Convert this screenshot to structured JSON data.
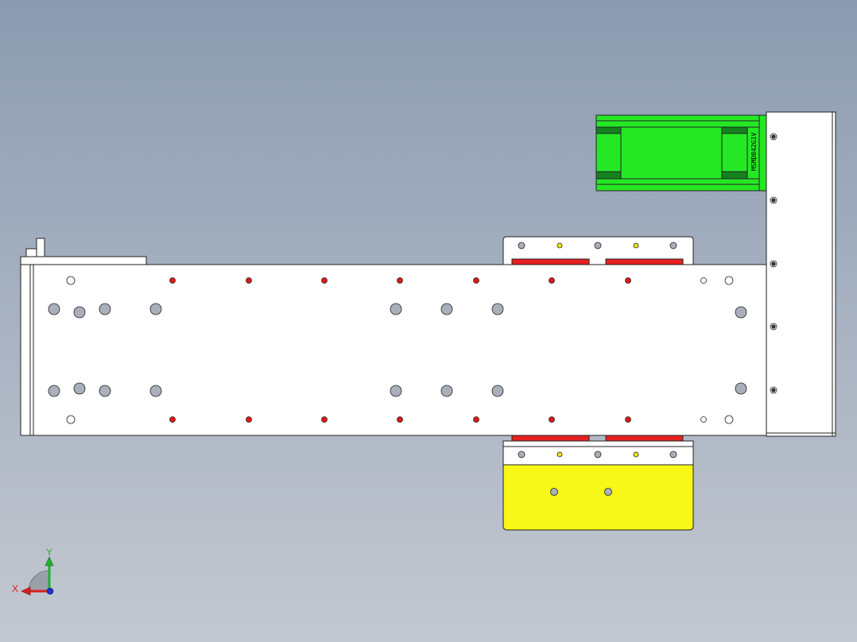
{
  "viewport": {
    "background_top": "#8c9bb0",
    "background_bottom": "#c3c8d0"
  },
  "colors": {
    "body_fill": "#ffffff",
    "outline": "#222222",
    "hole_gray": "#aab0bb",
    "dot_red": "#e01818",
    "dot_yellow": "#f2e418",
    "guide_red": "#e62020",
    "plate_yellow": "#f7f718",
    "motor_green": "#25e825",
    "motor_dark_green": "#14821e"
  },
  "motor": {
    "label": "MSMD042G1V",
    "icon": "servo-motor-icon"
  },
  "triad": {
    "x_label": "X",
    "y_label": "Y",
    "x_color": "#d42020",
    "y_color": "#20b030",
    "z_color": "#2030d0"
  }
}
